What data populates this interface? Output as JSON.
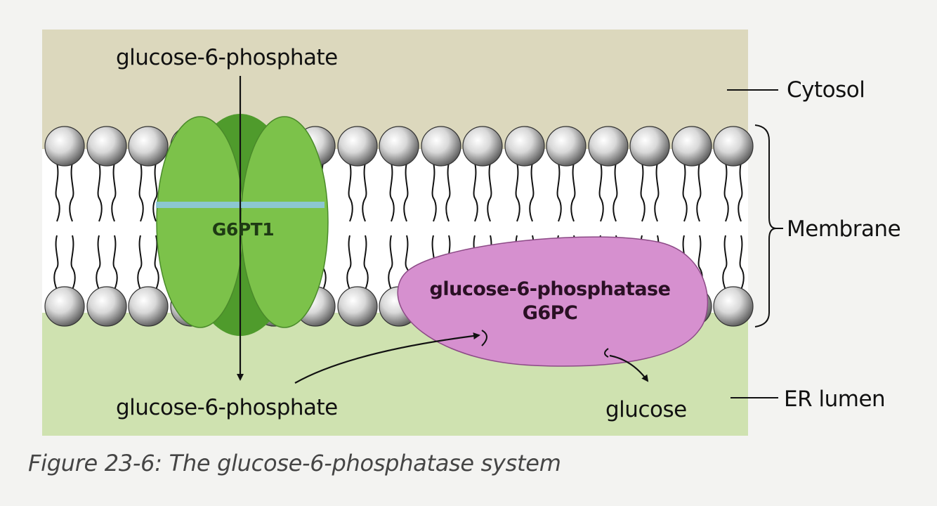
{
  "labels": {
    "g6p_top": "glucose-6-phosphate",
    "g6p_bottom": "glucose-6-phosphate",
    "glucose": "glucose",
    "transporter": "G6PT1",
    "enzyme_name": "glucose-6-phosphatase",
    "enzyme_code": "G6PC",
    "cytosol": "Cytosol",
    "membrane": "Membrane",
    "er_lumen": "ER lumen"
  },
  "caption": "Figure 23-6: The glucose-6-phosphatase system",
  "colors": {
    "cytosol": "#dcd8bd",
    "lumen": "#cfe2b0",
    "transporter_light": "#7cc24a",
    "transporter_dark": "#4f9b2c",
    "enzyme": "#d690cf",
    "head": "#9a9a9a",
    "stripe": "#8ec8e0"
  }
}
